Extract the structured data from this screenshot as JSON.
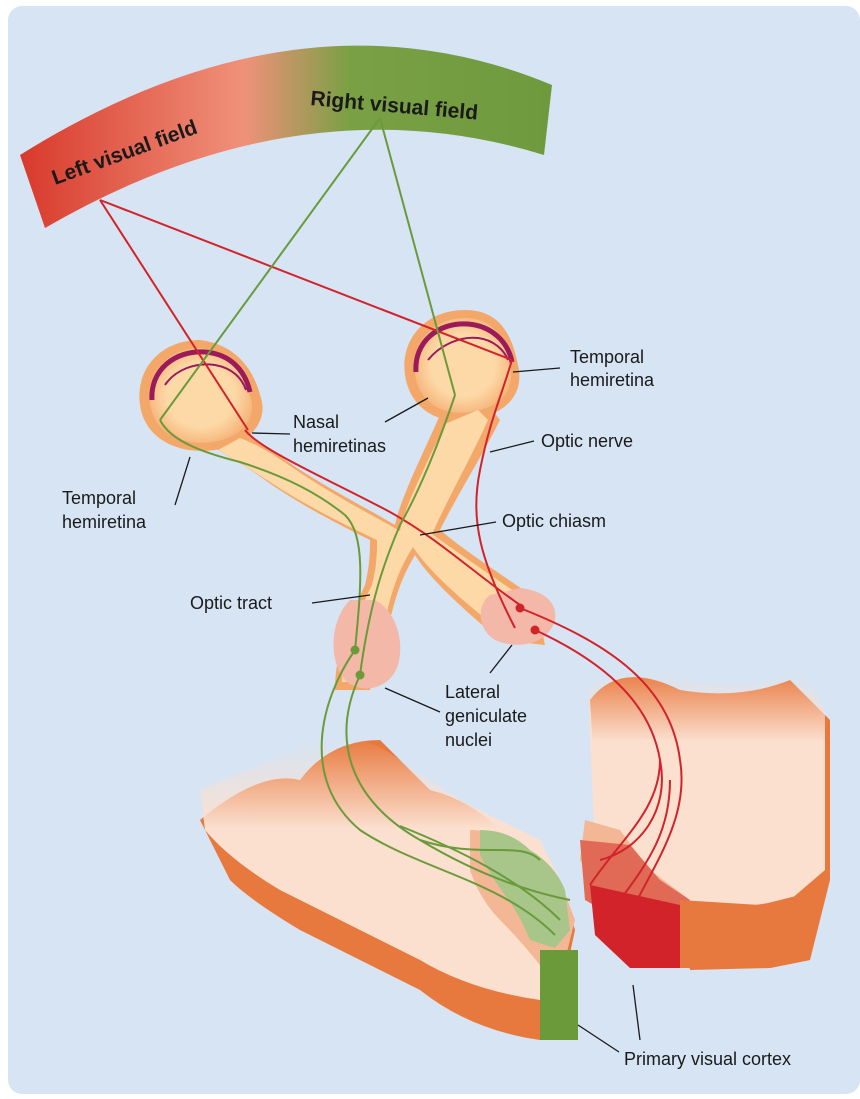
{
  "visual_field": {
    "left": "Left visual field",
    "right": "Right visual field"
  },
  "labels": {
    "temporal_hemiretina_right_1": "Temporal",
    "temporal_hemiretina_right_2": "hemiretina",
    "nasal_hemiretinas_1": "Nasal",
    "nasal_hemiretinas_2": "hemiretinas",
    "optic_nerve": "Optic nerve",
    "temporal_hemiretina_left_1": "Temporal",
    "temporal_hemiretina_left_2": "hemiretina",
    "optic_chiasm": "Optic chiasm",
    "optic_tract": "Optic tract",
    "lgn_1": "Lateral",
    "lgn_2": "geniculate",
    "lgn_3": "nuclei",
    "primary_visual_cortex": "Primary visual cortex"
  },
  "colors": {
    "background": "#d6e4f3",
    "left_field": "#d83a2c",
    "right_field": "#6e9a3e",
    "mid_field": "#f0917a",
    "red_pathway": "#d2232a",
    "green_pathway": "#6a9a3a",
    "eye_fill": "#fdd9a8",
    "eye_outline": "#f0a868",
    "retina": "#9a1a5a",
    "lgn": "#f4b8a8",
    "cortex_light": "#fbe0d0",
    "cortex_mid": "#f3b795",
    "cortex_dark": "#e8793e"
  }
}
